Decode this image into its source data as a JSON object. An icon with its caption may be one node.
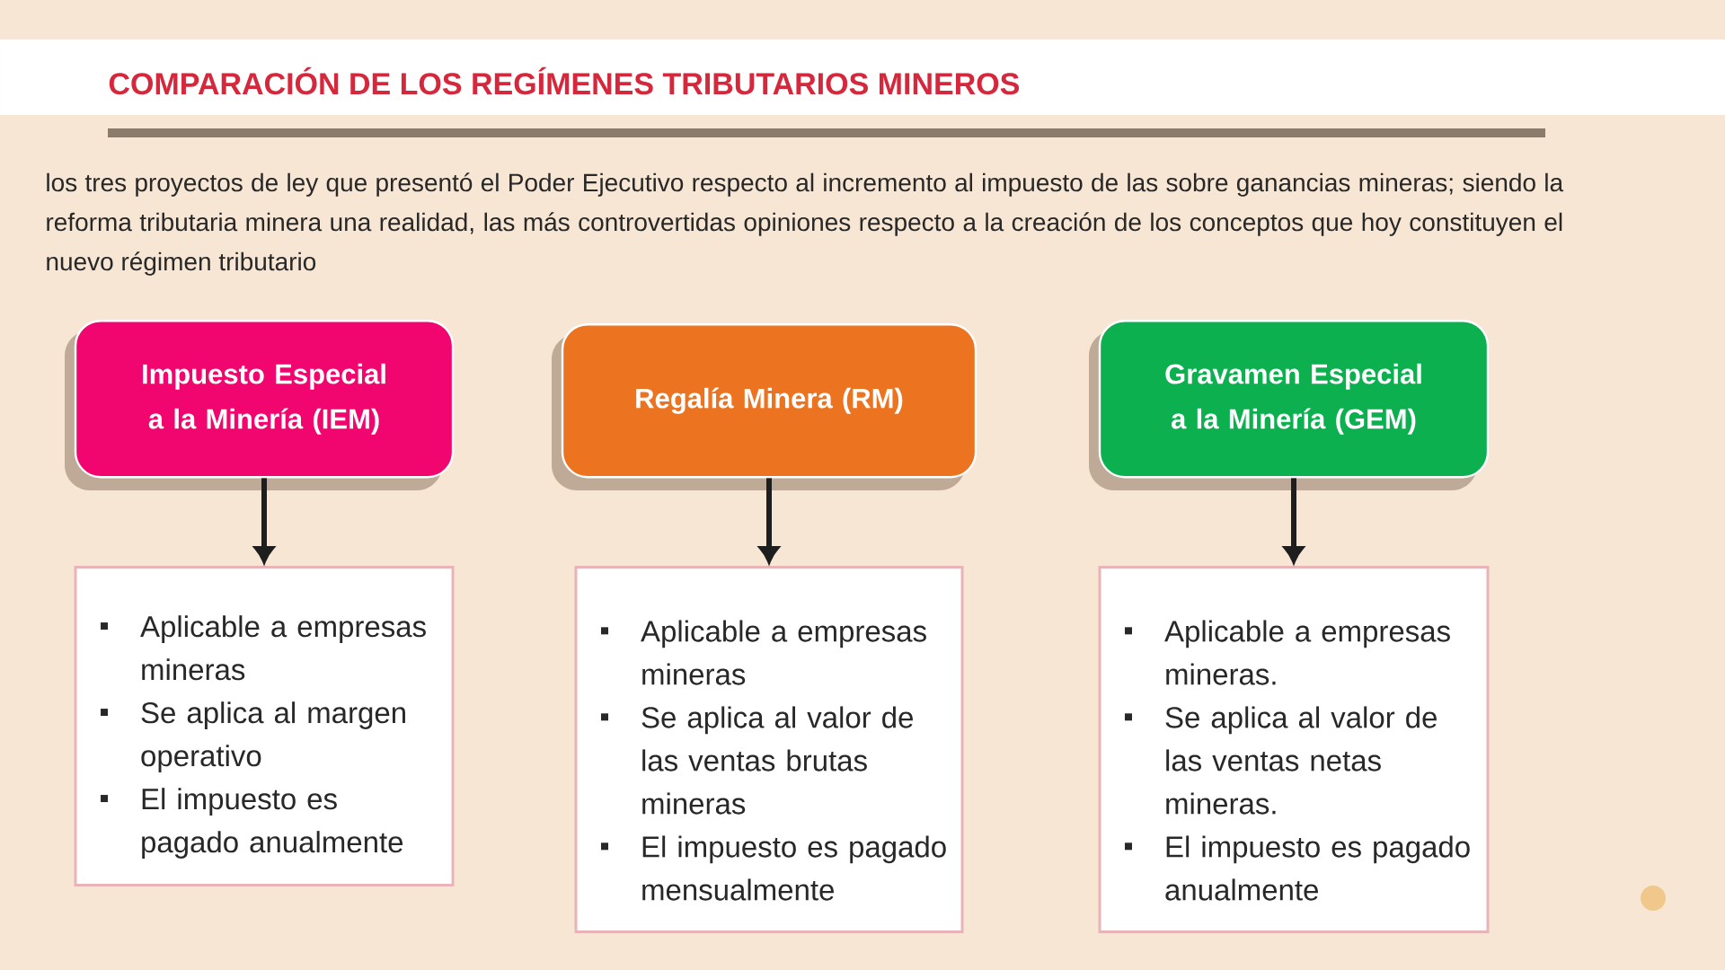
{
  "diagram": {
    "title": "COMPARACIÓN DE LOS REGÍMENES TRIBUTARIOS MINEROS",
    "nodes": [
      {
        "text": [
          "Impuesto Especial a la Minería (IEM)"
        ]
      },
      {
        "text": [
          "Regalía Minera (RM)"
        ]
      },
      {
        "text": [
          "Gravamen Especial a la Minería (GEM)"
        ]
      },
      {
        "text": [
          "Aplicable a empresas mineras",
          "Se aplica al margen operativo",
          "El impuesto es pagado anualmente"
        ]
      },
      {
        "text": [
          "Aplicable a empresas mineras",
          "Se aplica al valor de las ventas brutas mineras",
          "El impuesto es pagado mensualmente"
        ]
      },
      {
        "text": [
          "Aplicable a empresas mineras.",
          "Se aplica al valor de las ventas netas mineras.",
          "El impuesto es pagado anualmente"
        ]
      }
    ],
    "edges": [
      {
        "from": 0,
        "to": 3,
        "arrow": "to"
      },
      {
        "from": 1,
        "to": 4,
        "arrow": "to"
      },
      {
        "from": 2,
        "to": 5,
        "arrow": "to"
      }
    ],
    "labels": [
      "los tres proyectos de ley que presentó el Poder Ejecutivo respecto al incremento al impuesto de las sobre ganancias mineras; siendo la reforma tributaria minera una realidad, las más controvertidas opiniones respecto a la creación de los conceptos que hoy constituyen el nuevo régimen tributario"
    ]
  }
}
